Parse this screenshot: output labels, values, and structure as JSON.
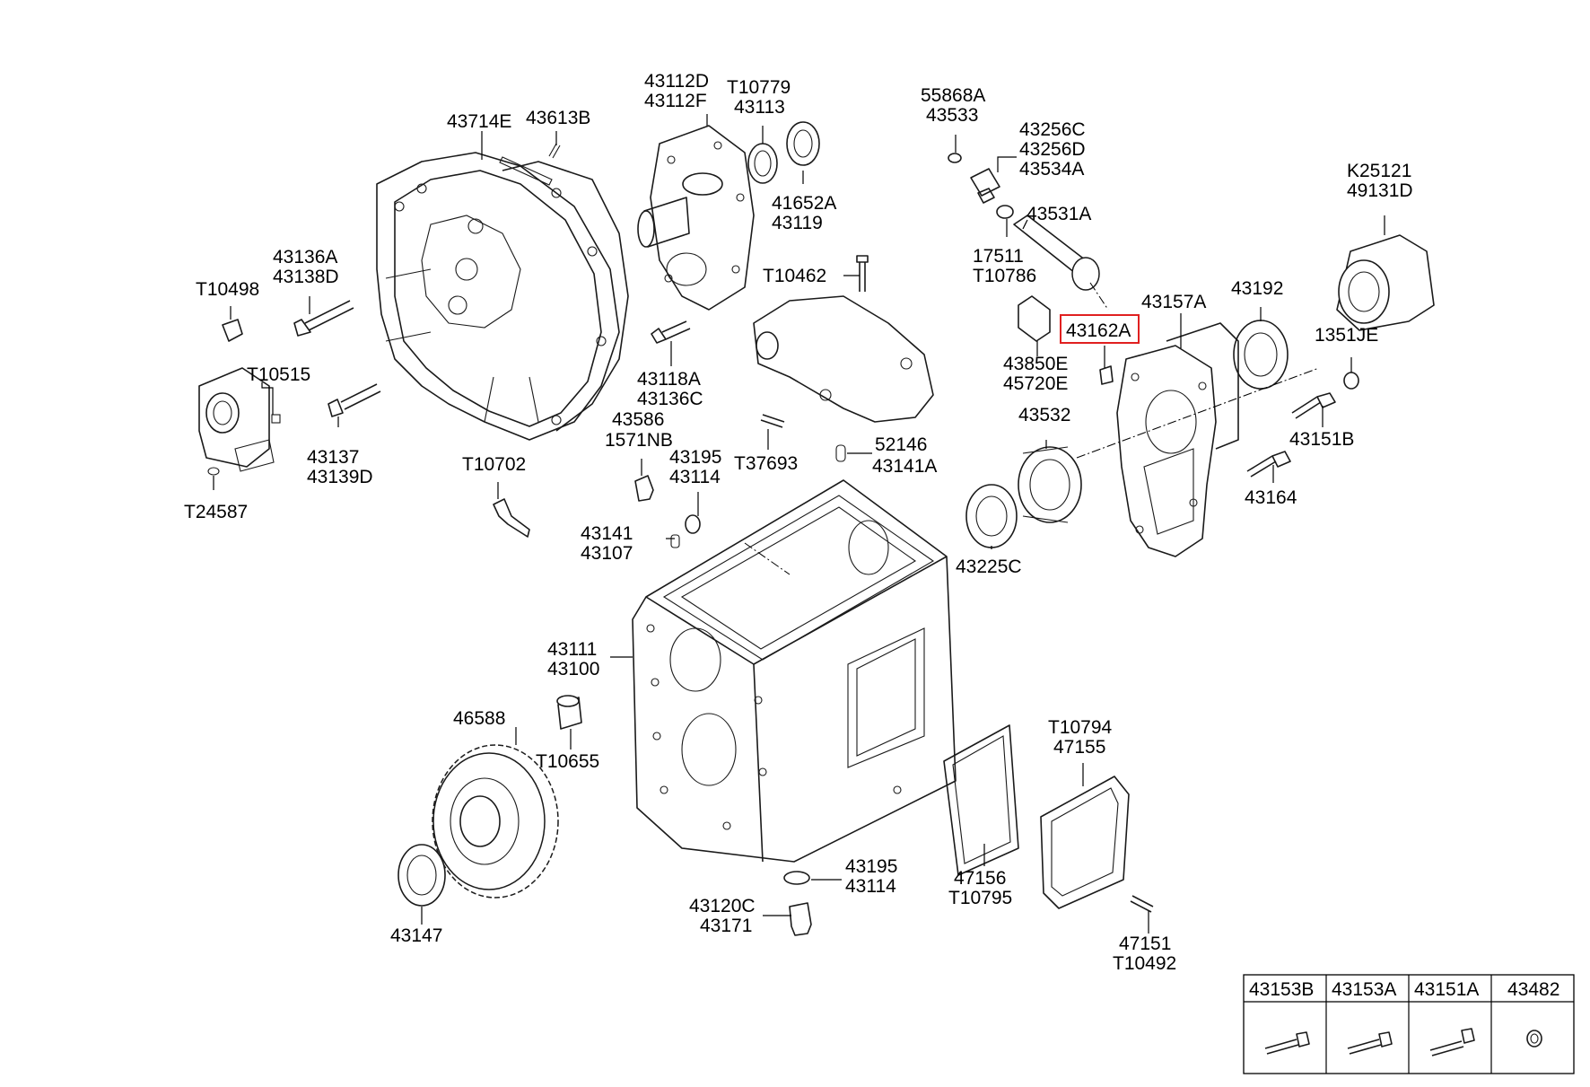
{
  "highlight_color": "#e02020",
  "labels": {
    "p43714E": "43714E",
    "p43613B": "43613B",
    "p43112D": "43112D",
    "p43112F": "43112F",
    "pT10779": "T10779",
    "p43113": "43113",
    "p41652A": "41652A",
    "p43119": "43119",
    "p55868A": "55868A",
    "p43533": "43533",
    "p43256C": "43256C",
    "p43256D": "43256D",
    "p43534A": "43534A",
    "p43531A": "43531A",
    "p17511": "17511",
    "pT10786": "T10786",
    "pK25121": "K25121",
    "p49131D": "49131D",
    "pT10462": "T10462",
    "p43136A": "43136A",
    "p43138D": "43138D",
    "pT10498": "T10498",
    "pT10515": "T10515",
    "p43137": "43137",
    "p43139D": "43139D",
    "pT24587": "T24587",
    "pT10702": "T10702",
    "p43118A": "43118A",
    "p43136C": "43136C",
    "p43586": "43586",
    "p1571NB": "1571NB",
    "p43195a": "43195",
    "p43114a": "43114",
    "pT37693": "T37693",
    "p52146": "52146",
    "p43141A": "43141A",
    "p43162A": "43162A",
    "p43850E": "43850E",
    "p45720E": "45720E",
    "p43157A": "43157A",
    "p43192": "43192",
    "p1351JE": "1351JE",
    "p43532": "43532",
    "p43151B": "43151B",
    "p43164": "43164",
    "p43225C": "43225C",
    "p43141": "43141",
    "p43107": "43107",
    "p43111": "43111",
    "p43100": "43100",
    "p46588": "46588",
    "pT10655": "T10655",
    "p43147": "43147",
    "p43195b": "43195",
    "p43114b": "43114",
    "p43120C": "43120C",
    "p43171": "43171",
    "p47156": "47156",
    "pT10795": "T10795",
    "pT10794": "T10794",
    "p47155": "47155",
    "p47151": "47151",
    "pT10492": "T10492"
  },
  "legend_table": {
    "headers": [
      "43153B",
      "43153A",
      "43151A",
      "43482"
    ],
    "cells": [
      "bolt",
      "bolt",
      "bolt",
      "washer"
    ]
  }
}
